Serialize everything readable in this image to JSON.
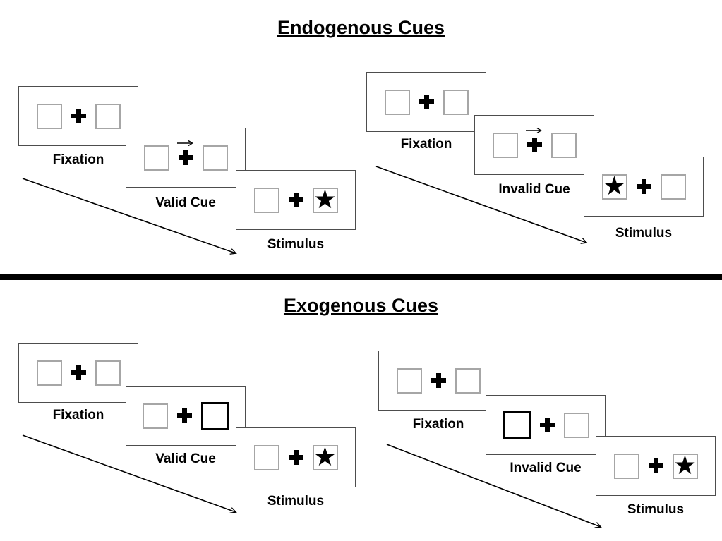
{
  "sections": [
    {
      "title": "Endogenous Cues",
      "sequences": [
        {
          "type": "valid",
          "panels": [
            {
              "label": "Fixation",
              "kind": "fixation"
            },
            {
              "label": "Valid Cue",
              "kind": "arrow-cue",
              "cue_direction": "right"
            },
            {
              "label": "Stimulus",
              "kind": "stimulus",
              "star_side": "right"
            }
          ]
        },
        {
          "type": "invalid",
          "panels": [
            {
              "label": "Fixation",
              "kind": "fixation"
            },
            {
              "label": "Invalid Cue",
              "kind": "arrow-cue",
              "cue_direction": "right"
            },
            {
              "label": "Stimulus",
              "kind": "stimulus",
              "star_side": "left"
            }
          ]
        }
      ]
    },
    {
      "title": "Exogenous Cues",
      "sequences": [
        {
          "type": "valid",
          "panels": [
            {
              "label": "Fixation",
              "kind": "fixation"
            },
            {
              "label": "Valid Cue",
              "kind": "box-cue",
              "cue_side": "right"
            },
            {
              "label": "Stimulus",
              "kind": "stimulus",
              "star_side": "right"
            }
          ]
        },
        {
          "type": "invalid",
          "panels": [
            {
              "label": "Fixation",
              "kind": "fixation"
            },
            {
              "label": "Invalid Cue",
              "kind": "box-cue",
              "cue_side": "left"
            },
            {
              "label": "Stimulus",
              "kind": "stimulus",
              "star_side": "right"
            }
          ]
        }
      ]
    }
  ],
  "glyphs": {
    "star": "★"
  },
  "colors": {
    "ink": "#000000",
    "panel_border": "#4d4d4d",
    "box_border": "#a6a6a6",
    "background": "#ffffff"
  }
}
